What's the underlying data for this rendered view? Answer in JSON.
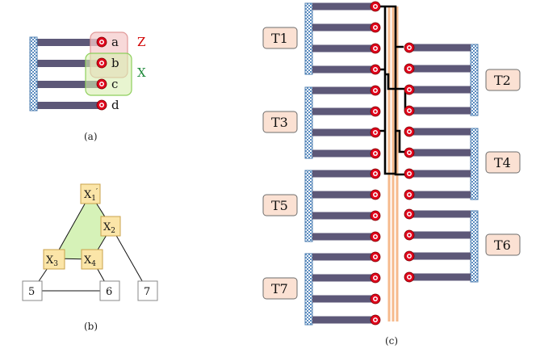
{
  "colors": {
    "rail": "#5d5878",
    "bus_border": "#4f7fb0",
    "bus_fill": "#a9c6e6",
    "terminal_outer": "#e0001b",
    "set_z_fill": "#f6cccc",
    "set_z_stroke": "#e19a9a",
    "set_x_fill": "#d9efb0",
    "set_x_stroke": "#8ecf5c",
    "label_z": "#d10000",
    "label_x": "#1f8a3b",
    "triangle_fill": "#d6f2b8",
    "x_box_fill": "#fbe5a8",
    "x_box_stroke": "#c9a24b",
    "t_box_fill": "#fbe1d3",
    "t_box_stroke": "#6e6e6e",
    "vertical_bus": "#f5b37f",
    "path": "#000000"
  },
  "panel_a": {
    "terminals": [
      "a",
      "b",
      "c",
      "d"
    ],
    "set_labels": {
      "z": "Z",
      "x": "X"
    },
    "caption": "(a)"
  },
  "panel_b": {
    "nodes": {
      "x1": {
        "base": "X",
        "sub": "1",
        "prime": "′"
      },
      "x2": {
        "base": "X",
        "sub": "2"
      },
      "x3": {
        "base": "X",
        "sub": "3"
      },
      "x4": {
        "base": "X",
        "sub": "4"
      },
      "n5": "5",
      "n6": "6",
      "n7": "7"
    },
    "caption": "(b)"
  },
  "panel_c": {
    "tiles": [
      "T1",
      "T2",
      "T3",
      "T4",
      "T5",
      "T6",
      "T7"
    ],
    "caption": "(c)"
  }
}
